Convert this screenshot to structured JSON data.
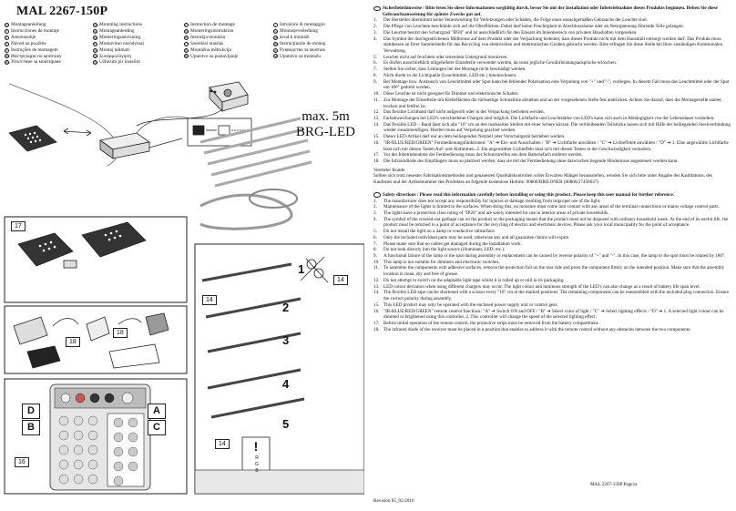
{
  "title": "MAL 2267-150P",
  "languages": {
    "col1": [
      {
        "code": "D",
        "label": "Montageanleitung"
      },
      {
        "code": "F",
        "label": "Instrucciones de montaje"
      },
      {
        "code": "E",
        "label": "Asennusohje"
      },
      {
        "code": "CZ",
        "label": "Návod na použitie"
      },
      {
        "code": "P",
        "label": "Instruções de montagem"
      },
      {
        "code": "RU",
        "label": "Инструкции по монтажу"
      },
      {
        "code": "BG",
        "label": "Упътствие за монтиране"
      }
    ],
    "col2": [
      {
        "code": "GB",
        "label": "Mounting instructions"
      },
      {
        "code": "NL",
        "label": "Montageanleiding"
      },
      {
        "code": "SE",
        "label": "Monteringsanvisning"
      },
      {
        "code": "PL",
        "label": "Montavimo nurodymai"
      },
      {
        "code": "HU",
        "label": "Montaj talimati"
      },
      {
        "code": "GR",
        "label": "Συναρμολόγηση"
      },
      {
        "code": "SK",
        "label": "Uzhezim pir instalim"
      }
    ],
    "col3": [
      {
        "code": "F",
        "label": "Instruction de montage"
      },
      {
        "code": "DK",
        "label": "Monteringsinstruktion"
      },
      {
        "code": "PL",
        "label": "Instrukja montażu"
      },
      {
        "code": "LT",
        "label": "Szerelési utasítás"
      },
      {
        "code": "SI",
        "label": "Montážna inštrukcija"
      },
      {
        "code": "RS",
        "label": "Uputstvo za postavljanje"
      }
    ],
    "col4": [
      {
        "code": "I",
        "label": "Istruzioni di montaggio"
      },
      {
        "code": "N",
        "label": "Montasjeveiledning"
      },
      {
        "code": "HR",
        "label": "ávod k montáži"
      },
      {
        "code": "RO",
        "label": "Instrucțiunile de montaj"
      },
      {
        "code": "UA",
        "label": "Рукводство за монтаж"
      },
      {
        "code": "MK",
        "label": "Uputstvo za montažu"
      }
    ]
  },
  "illustration": {
    "max_label_line1": "max. 5m",
    "max_label_line2": "BRG-LED",
    "box17": "17",
    "box18a": "18",
    "box18b": "18",
    "box16": "16",
    "box14a": "14",
    "box14b": "14",
    "box14c": "14",
    "steps": [
      "1",
      "2",
      "3",
      "4",
      "5"
    ],
    "labels": {
      "a": "A",
      "b": "B",
      "c": "C",
      "d": "D"
    },
    "warn_mark": "!",
    "warn_lines": [
      "R",
      "G",
      "B"
    ]
  },
  "german": {
    "title": "Sicherheitshinweise / Bitte lesen Sie diese Informationen sorgfältig durch, bevor Sie mit der Installation oder Inbetriebnahme dieses Produkts beginnen. Heben Sie diese Gebrauchsanweisung für spätere Zwecke gut auf.",
    "items": [
      {
        "n": "1.",
        "t": "Der Hersteller übernimmt keine Verantwortung für Verletzungen oder Schäden, die Folge eines unsachgemäßen Gebrauchs der Leuchte sind."
      },
      {
        "n": "2.",
        "t": "Die Pflege von Leuchten beschränkt sich auf die Oberflächen. Dabei darf keine Feuchtigkeit in Anschlussräume oder an Netzspannung führende Teile gelangen."
      },
      {
        "n": "3.",
        "t": "Die Leuchte besitzt den Schutzgrad \"IP20\" und ist ausschließlich für den Einsatz im Innenbereich von privaten Haushalten vorgesehen."
      },
      {
        "n": "4.",
        "t": "Das Symbol der durchgestrichenen Mülltonne auf dem Produkt oder der Verpackung bedeutet, dass dieses Produkt nicht mit dem Hausmüll entsorgt werden darf. Das Produkt muss stattdessen an Ihrer Sammelstelle für das Recycling von elektrischen und elektronischen Geräten gebracht werden. Bitte erfragen Sie diese Stelle bei Ihrer zuständigen Kommunalen Verwaltung."
      },
      {
        "n": "5.",
        "t": "Leuchte nicht auf feuchtem oder leitendem Untergrund montieren."
      },
      {
        "n": "6.",
        "t": "Es dürfen ausschließlich mitgelieferte Einzelteile verwendet werden, da sonst jegliche Gewährleistungsansprüche erlöschen."
      },
      {
        "n": "7.",
        "t": "Stellen Sie sicher, dass Leitungen bei der Montage nicht beschädigt werden."
      },
      {
        "n": "8.",
        "t": "Nicht direkt in die Lichtquelle (Leuchtmittel, LED etc.) hineinschauen."
      },
      {
        "n": "9.",
        "t": "Bei Montage bzw. Austausch von Leuchtmittel oder Spot kann bei fehlender Polarisation eine Verpolung von \"+\" und \"-\", vorliegen. In diesem Fall muss das Leuchtmittel oder der Spot um 180° gedreht werden."
      },
      {
        "n": "10.",
        "t": "Diese Leuchte ist nicht geeignet für Dimmer und elektronische Schalter."
      },
      {
        "n": "11.",
        "t": "Zur Montage der Einzelteile mit Klebeflächen die rückseitige Schutzfolie abziehen und an der vorgesehenen Stelle fest andrücken. Achten Sie darauf, dass die Montagestelle sauber, trocken und fettfrei ist."
      },
      {
        "n": "12.",
        "t": "Das flexible Lichtband darf nicht aufgerollt oder in der Verpackung betrieben werden."
      },
      {
        "n": "13.",
        "t": "Farbabweichungen bei LED's verschiedener Chargen sind möglich. Die Lichtfarbe und Leuchtstärke von LED's kann sich auch in Abhängigkeit von der Lebensdauer verändern."
      },
      {
        "n": "14.",
        "t": "Das flexible LED – Band lässt sich alle \"10\" cm an den markierten Stellen mit einer Schere kürzen. Die verbleibenden Teilstücke lassen sich mit Hilfe der beiliegenden Steckverbindung wieder zusammenfügen. Hierbei muss auf Verpolung geachtet werden."
      },
      {
        "n": "15.",
        "t": "Dieser LED-Artikel darf nur an dem beiliegenden Netzteil oder Vorschaltgerät betrieben werden."
      },
      {
        "n": "16.",
        "t": "\"IR-BLUE/RED/GREEN\" Fernbedienungsfunktionen: \"A\" ➔ Ein- und Ausschalten / \"B\" ➔ Lichtfarbe anwählen / \"C\" ➔ Lichteffekte anwählen / \"D\" ➔ 1. Eine angewählte Lichtfarbe lässt sich mit diesen Tasten Auf- und Abdimmen. 2. Ein angewählter Lichteffekt lässt sich mit diesen Tasten in der Geschwindigkeit verändern."
      },
      {
        "n": "17.",
        "t": "Vor der Inbetriebnahme der Fernbedienung muss der Schutzstreifen aus dem Batteriefach entfernt werden."
      },
      {
        "n": "18.",
        "t": "Die Infrarotdiode des Empfängers muss so platziert werden, dass sie mit der Fernbedienung ohne dazwischen liegende Hindernisse angesteuert werden kann."
      }
    ],
    "customer_heading": "Verehrter Kunde",
    "customer_text": "Sollten sich trotz neuester Fabrikationsmethoden und genauesten Qualitätskontrollen wider Erwarten Mängel herausstellen, wenden Sie sich bitte unter Angabe des Kaufdatums, des Kaufortes und der Artikelnummer des Produktes an folgende kostenlose Hotline: 00800/BRILONER (00800/27456637)"
  },
  "english": {
    "title": "Safety directions / Please read this information carefully before installing or using this product. Please keep this user manual for further reference.",
    "items": [
      {
        "n": "1.",
        "t": "The manufacturer does not accept any responsibility for injuries or damage resulting from improper use of the light."
      },
      {
        "n": "2.",
        "t": "Maintenance of the lights is limited to the surfaces. When doing this, no moisture must come into contact with any areas of the terminal connections or mains voltage control parts."
      },
      {
        "n": "3.",
        "t": "The lights have a protection class rating of \"IP20\" and are solely intended for use in interior areas of private households."
      },
      {
        "n": "4.",
        "t": "The symbol of the crossed-out garbage can on the product or the packaging means that the product must not be disposed with ordinary household waste. At the end of its useful life, the product must be returned to a point of acceptance for the recycling of electric and electronic devices. Please ask your local municipality for the point of acceptance."
      },
      {
        "n": "5.",
        "t": "Do not install the light on a damp or conductive subsurface."
      },
      {
        "n": "6.",
        "t": "Only the included individual parts may be used; otherwise any and all guarantee claims will expire."
      },
      {
        "n": "7.",
        "t": "Please make sure that no cables get damaged during the installation work."
      },
      {
        "n": "8.",
        "t": "Do not look directly into the light source (illuminant, LED, etc.)."
      },
      {
        "n": "9.",
        "t": "A functional failure of the lamp or the spot during assembly or replacement can be caused by reverse polarity of \"+\" and \"-\". In this case, the lamp or the spot must be rotated by 180°."
      },
      {
        "n": "10.",
        "t": "This lamp is not suitable for dimmers and electronic switches."
      },
      {
        "n": "11.",
        "t": "To assemble the components with adhesive surfaces, remove the protection foil on the rear side and press the component firmly on the intended position. Make sure that the assembly location is clean, dry and free of grease."
      },
      {
        "n": "12.",
        "t": "Do not attempt to switch on the adaptable light tape whilst it is rolled up or still in its packaging."
      },
      {
        "n": "13.",
        "t": "LED colour deviation when using different chargers may occur. The light colour and luminous strength of the LED's can also change as a result of battery life span level."
      },
      {
        "n": "14.",
        "t": "The flexible LED tape can be shortened with a scissor every \"10\" cm at the marked positions. The remaining components can be reassembled with the included plug connection. Ensure the correct polarity during assembly."
      },
      {
        "n": "15.",
        "t": "This LED product may only be operated with the enclosed power supply unit or control gear."
      },
      {
        "n": "16.",
        "t": "\"IR-BLUE/RED/GREEN\" remote control functions: \"A\" ➔ Switch ON and OFF / \"B\" ➔ Select color of light / \"C\" ➔ Select lighting effects / \"D\" ➔ 1. A selected light colour can be dimmed or brightened using this controller. 2. This controller will change the speed of the selected lighting effect."
      },
      {
        "n": "17.",
        "t": "Before initial operation of the remote control, the protective strips must be removed from the battery compartment."
      },
      {
        "n": "18.",
        "t": "The infrared diode of the receiver must be placed in a position that enables to address it with the remote control without any obstacles between the two components."
      }
    ]
  },
  "footer": {
    "page_ref": "MAL 2267-150P Page1a",
    "revision": "Revision 05_02/2016"
  }
}
